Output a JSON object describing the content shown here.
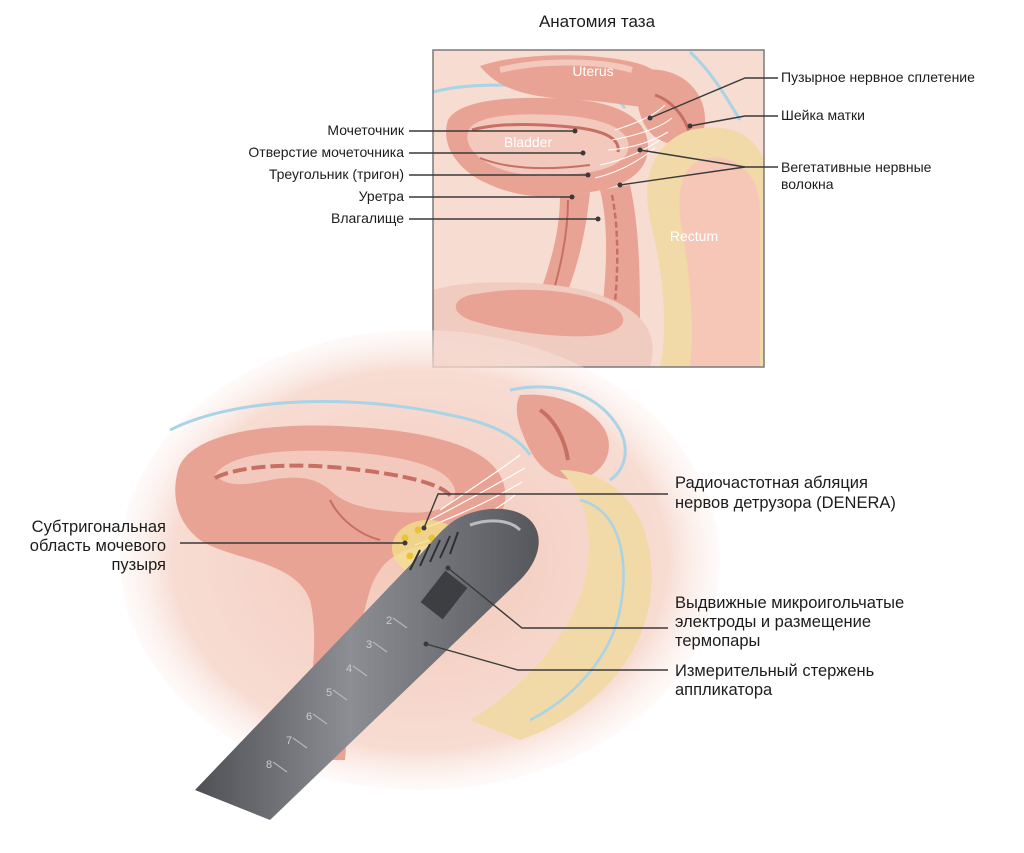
{
  "title": "Анатомия таза",
  "inset_organs": {
    "uterus": "Uterus",
    "bladder": "Bladder",
    "rectum": "Rectum"
  },
  "inset_labels_left": {
    "ureter": "Мочеточник",
    "ureter_orifice": "Отверстие мочеточника",
    "trigone": "Треугольник (тригон)",
    "urethra": "Уретра",
    "vagina": "Влагалище"
  },
  "inset_labels_right": {
    "vesical_plexus": "Пузырное нервное сплетение",
    "cervix": "Шейка матки",
    "autonomic_fibers_1": "Вегетативные нервные",
    "autonomic_fibers_2": "волокна"
  },
  "main_labels": {
    "subtrigonal_1": "Субтригональная",
    "subtrigonal_2": "область мочевого",
    "subtrigonal_3": "пузыря",
    "ablation_1": "Радиочастотная абляция",
    "ablation_2": "нервов детрузора (DENERA)",
    "electrodes_1": "Выдвижные микроигольчатые",
    "electrodes_2": "электроды и размещение",
    "electrodes_3": "термопары",
    "shaft_1": "Измерительный стержень",
    "shaft_2": "аппликатора"
  },
  "shaft_marks": [
    "2",
    "3",
    "4",
    "5",
    "6",
    "7",
    "8"
  ],
  "colors": {
    "tissue": "#e9a394",
    "tissue_light": "#f4c9bd",
    "lining": "#c86f63",
    "fat": "#f2d9a8",
    "peritoneum": "#a9d3e6",
    "probe": "#6e7075",
    "leader": "#3a3a3a"
  }
}
